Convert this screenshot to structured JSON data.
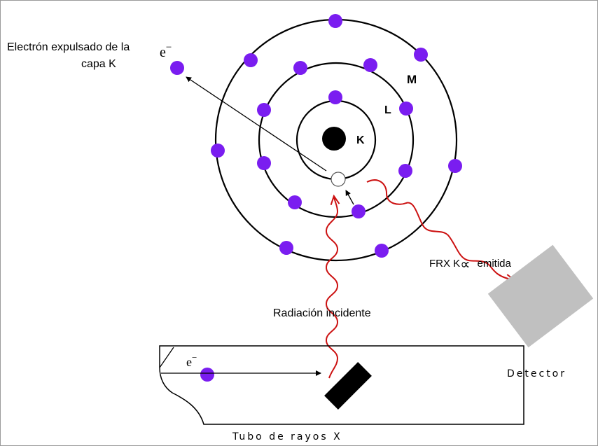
{
  "labels": {
    "ejected_line1": "Electrón expulsado de la",
    "ejected_line2": "capa K",
    "electron_symbol": "e",
    "electron_sup": "−",
    "shell_k": "K",
    "shell_l": "L",
    "shell_m": "M",
    "frx_prefix": "FRX K",
    "frx_sub": "∝",
    "frx_suffix": "emitida",
    "incident": "Radiación incidente",
    "detector": "Detector",
    "tube": "Tubo de rayos X",
    "tube_electron_symbol": "e",
    "tube_electron_sup": "−"
  },
  "colors": {
    "electron": "#7a1df0",
    "radiation": "#cc1111",
    "detector": "#c0c0c0",
    "nucleus": "#000000",
    "target": "#000000"
  },
  "icons": {
    "nucleus": "filled-circle",
    "vacancy": "hollow-circle",
    "electron": "filled-circle",
    "detector": "rotated-rectangle"
  }
}
